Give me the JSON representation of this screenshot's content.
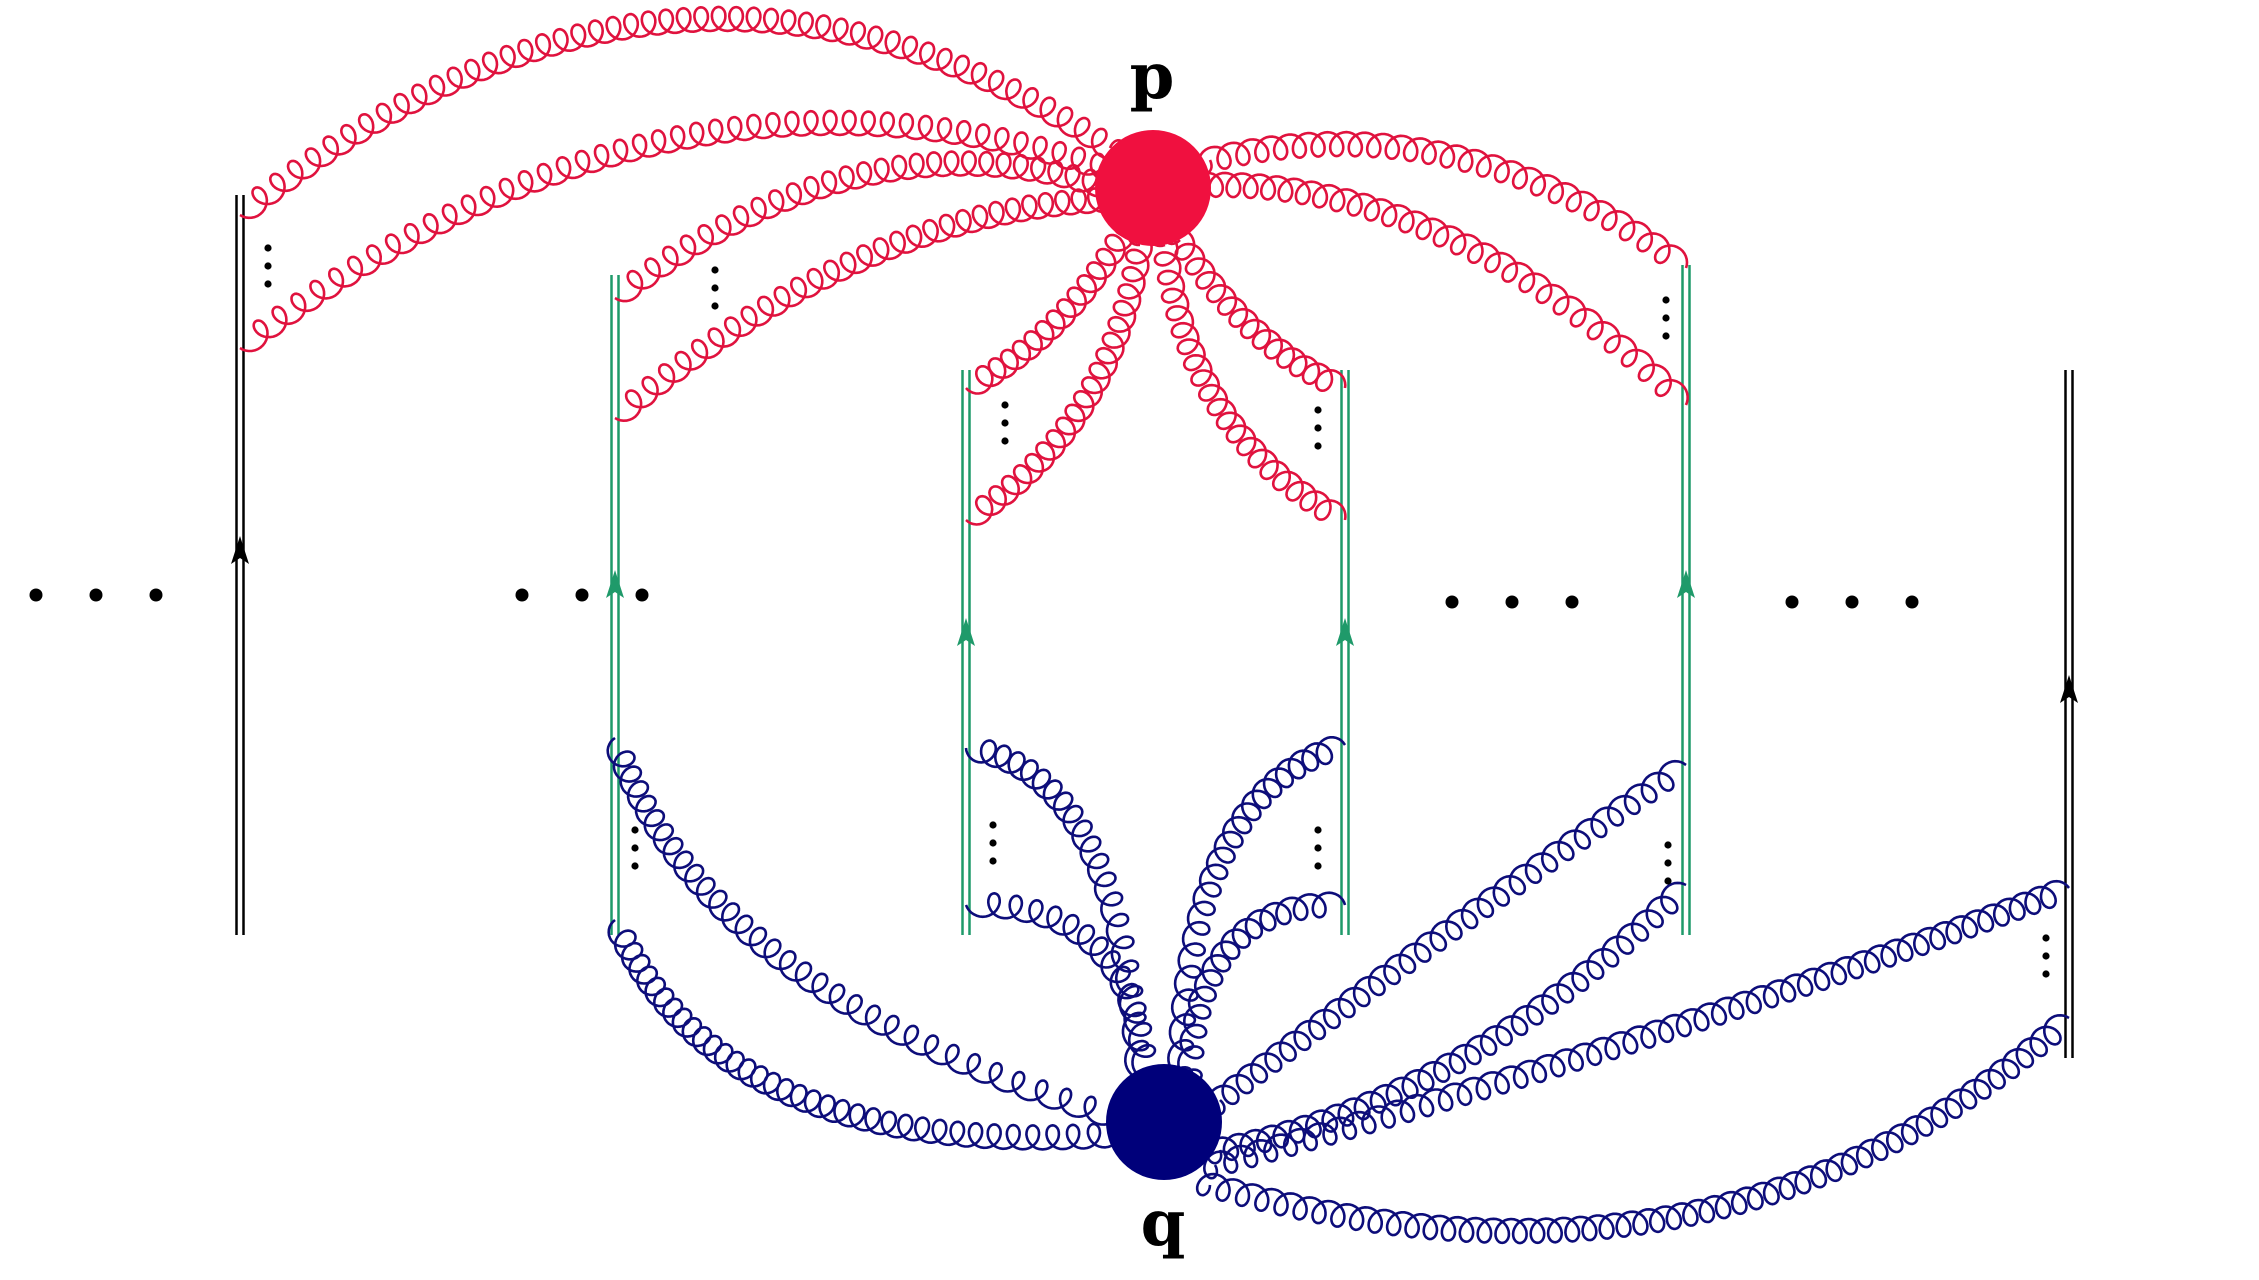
{
  "labels": {
    "top_vertex": "p",
    "bottom_vertex": "q"
  },
  "colors": {
    "top_gluons": "#e0123e",
    "bottom_gluons": "#0d0d7a",
    "green_lines": "#1f9a6a",
    "outer_lines": "#000000",
    "top_vertex": "#f0103f",
    "bottom_vertex": "#00007a"
  },
  "continuation_glyph": "dots"
}
